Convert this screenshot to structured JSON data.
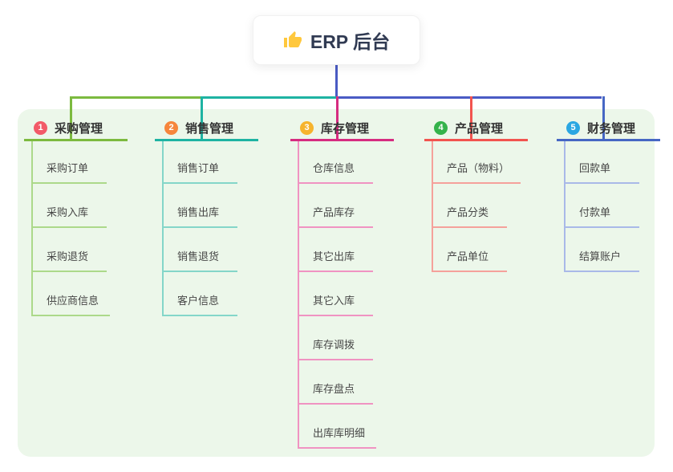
{
  "root": {
    "title": "ERP 后台",
    "icon": "thumbs-up-icon",
    "icon_color": "#FFC83D",
    "box_color": "#ffffff",
    "text_color": "#303a52"
  },
  "canvas": {
    "background_color": "#ECF7EA"
  },
  "colors": {
    "connector_blue": "#4A5BC4"
  },
  "branches": [
    {
      "index": "1",
      "label": "采购管理",
      "color_main": "#7CBA3F",
      "color_light": "#ACD98A",
      "color_badge": "#F25A68",
      "children": [
        "采购订单",
        "采购入库",
        "采购退货",
        "供应商信息"
      ]
    },
    {
      "index": "2",
      "label": "销售管理",
      "color_main": "#1EB3A2",
      "color_light": "#84D6C9",
      "color_badge": "#F6863C",
      "children": [
        "销售订单",
        "销售出库",
        "销售退货",
        "客户信息"
      ]
    },
    {
      "index": "3",
      "label": "库存管理",
      "color_main": "#D62C80",
      "color_light": "#F093C2",
      "color_badge": "#F6B42D",
      "children": [
        "仓库信息",
        "产品库存",
        "其它出库",
        "其它入库",
        "库存调拨",
        "库存盘点",
        "出库库明细"
      ]
    },
    {
      "index": "4",
      "label": "产品管理",
      "color_main": "#F2544F",
      "color_light": "#F5A19B",
      "color_badge": "#35B34B",
      "children": [
        "产品（物料）",
        "产品分类",
        "产品单位"
      ]
    },
    {
      "index": "5",
      "label": "财务管理",
      "color_main": "#4667C4",
      "color_light": "#A9B9E8",
      "color_badge": "#2BA7E2",
      "children": [
        "回款单",
        "付款单",
        "结算账户"
      ]
    }
  ]
}
